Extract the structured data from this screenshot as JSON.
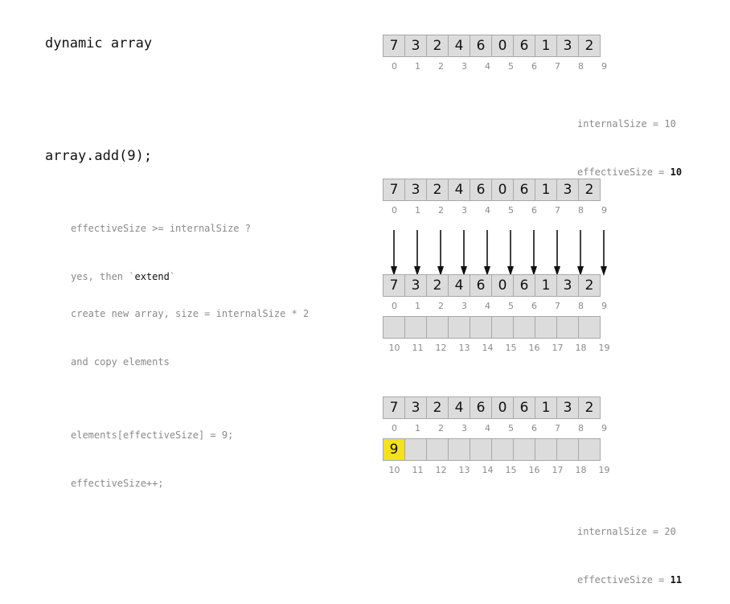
{
  "title": "dynamic array",
  "initial": {
    "values": [
      "7",
      "3",
      "2",
      "4",
      "6",
      "0",
      "6",
      "1",
      "3",
      "2"
    ],
    "indices": [
      "0",
      "1",
      "2",
      "3",
      "4",
      "5",
      "6",
      "7",
      "8",
      "9"
    ]
  },
  "stats_before": {
    "internal_label": "internalSize",
    "internal_eq": " = ",
    "internal_value": "10",
    "effective_label": "effectiveSize",
    "effective_eq": " = ",
    "effective_value": "10"
  },
  "add_call": "array.add(9);",
  "step1": {
    "line1": "effectiveSize >= internalSize ?",
    "line2_prefix": "yes, then `",
    "line2_keyword": "extend",
    "line2_suffix": "`",
    "values": [
      "7",
      "3",
      "2",
      "4",
      "6",
      "0",
      "6",
      "1",
      "3",
      "2"
    ],
    "indices": [
      "0",
      "1",
      "2",
      "3",
      "4",
      "5",
      "6",
      "7",
      "8",
      "9"
    ]
  },
  "step2": {
    "line1": "create new array, size = internalSize * 2",
    "line2": "and copy elements",
    "values": [
      "7",
      "3",
      "2",
      "4",
      "6",
      "0",
      "6",
      "1",
      "3",
      "2"
    ],
    "indices": [
      "0",
      "1",
      "2",
      "3",
      "4",
      "5",
      "6",
      "7",
      "8",
      "9"
    ],
    "ext_values": [
      "",
      "",
      "",
      "",
      "",
      "",
      "",
      "",
      "",
      ""
    ],
    "ext_indices": [
      "10",
      "11",
      "12",
      "13",
      "14",
      "15",
      "16",
      "17",
      "18",
      "19"
    ]
  },
  "step3": {
    "line1": "elements[effectiveSize] = 9;",
    "line2": "effectiveSize++;",
    "values": [
      "7",
      "3",
      "2",
      "4",
      "6",
      "0",
      "6",
      "1",
      "3",
      "2"
    ],
    "indices": [
      "0",
      "1",
      "2",
      "3",
      "4",
      "5",
      "6",
      "7",
      "8",
      "9"
    ],
    "ext_values": [
      "9",
      "",
      "",
      "",
      "",
      "",
      "",
      "",
      "",
      ""
    ],
    "ext_indices": [
      "10",
      "11",
      "12",
      "13",
      "14",
      "15",
      "16",
      "17",
      "18",
      "19"
    ],
    "highlight_color": "#f3e21d"
  },
  "stats_after": {
    "internal_label": "internalSize",
    "internal_eq": " = ",
    "internal_value": "20",
    "effective_label": "effectiveSize",
    "effective_eq": " = ",
    "effective_value": "11"
  }
}
